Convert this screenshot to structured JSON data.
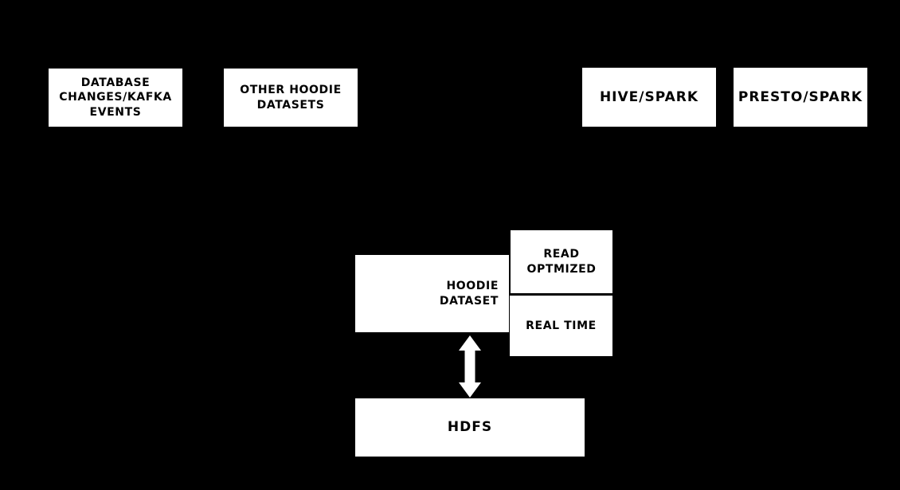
{
  "diagram": {
    "description": "Hoodie dataset architecture diagram on black background",
    "colors": {
      "background": "#000000",
      "box_fill": "#ffffff",
      "box_text": "#000000",
      "arrow": "#ffffff"
    },
    "nodes": {
      "database_changes": {
        "label": "DATABASE\nCHANGES/KAFKA\nEVENTS"
      },
      "other_hoodie_datasets": {
        "label": "OTHER HOODIE\nDATASETS"
      },
      "hive_spark": {
        "label": "HIVE/SPARK"
      },
      "presto_spark": {
        "label": "PRESTO/SPARK"
      },
      "hoodie_dataset": {
        "label": "HOODIE\nDATASET"
      },
      "read_optimized": {
        "label": "READ\nOPTMIZED"
      },
      "real_time": {
        "label": "REAL TIME"
      },
      "hdfs": {
        "label": "HDFS"
      }
    },
    "connections": [
      {
        "from": "hoodie_dataset",
        "to": "hdfs",
        "type": "bidirectional-vertical-arrow"
      }
    ]
  }
}
